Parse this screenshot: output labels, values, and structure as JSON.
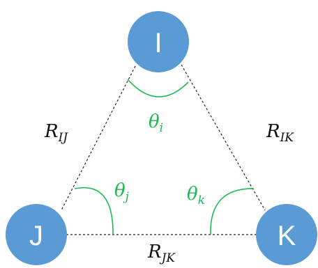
{
  "nodes": {
    "i": {
      "label": "I"
    },
    "j": {
      "label": "J"
    },
    "k": {
      "label": "K"
    }
  },
  "edges": {
    "ij": {
      "symbol": "R",
      "subscript": "IJ"
    },
    "ik": {
      "symbol": "R",
      "subscript": "IK"
    },
    "jk": {
      "symbol": "R",
      "subscript": "JK"
    }
  },
  "angles": {
    "i": {
      "symbol": "θ",
      "subscript": "i"
    },
    "j": {
      "symbol": "θ",
      "subscript": "j"
    },
    "k": {
      "symbol": "θ",
      "subscript": "k"
    }
  },
  "colors": {
    "node_fill": "#5b9bd5",
    "angle_color": "#1db954",
    "edge_color": "#222222"
  }
}
